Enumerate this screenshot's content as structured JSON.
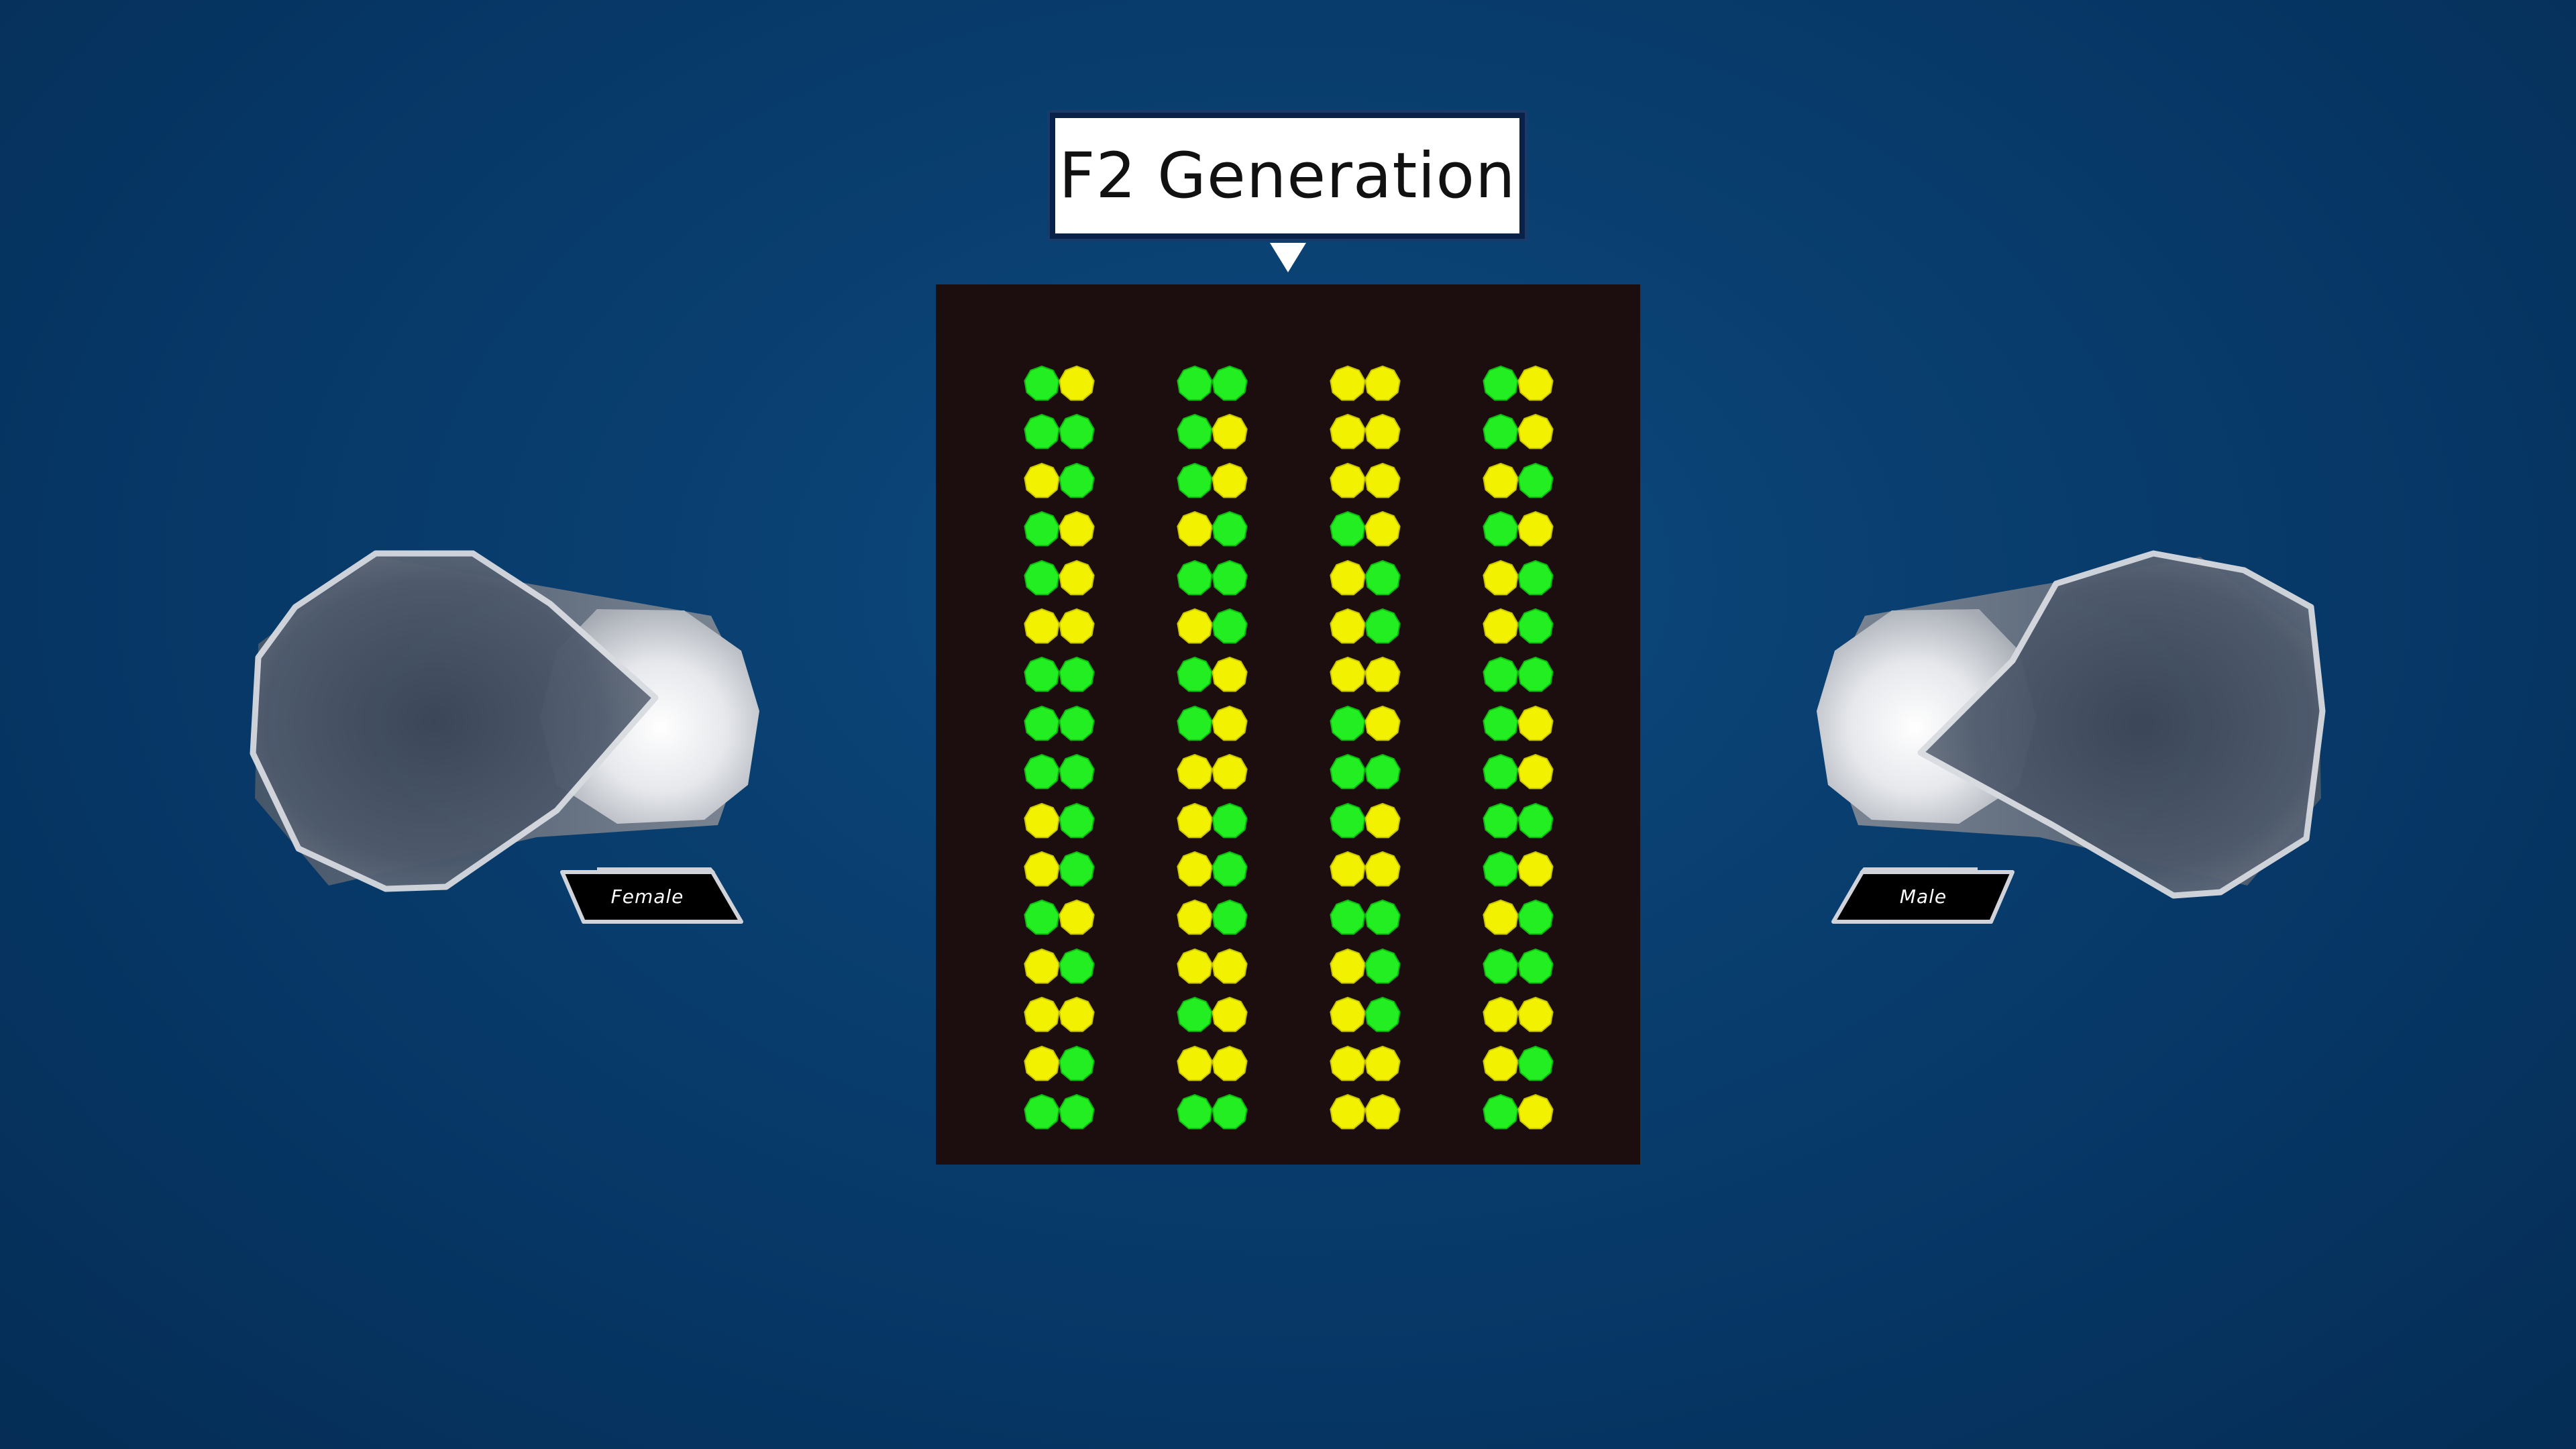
{
  "title": "F2 Generation",
  "colors": {
    "background": "#093f70",
    "board": "#1c0e0e",
    "green": "#22ee22",
    "yellow": "#f2f200",
    "title_border": "#0a2148"
  },
  "containers": {
    "female_label": "Female",
    "male_label": "Male"
  },
  "offspring": {
    "columns": [
      [
        [
          "G",
          "Y"
        ],
        [
          "G",
          "G"
        ],
        [
          "Y",
          "G"
        ],
        [
          "G",
          "Y"
        ],
        [
          "G",
          "Y"
        ],
        [
          "Y",
          "Y"
        ],
        [
          "G",
          "G"
        ],
        [
          "G",
          "G"
        ],
        [
          "G",
          "G"
        ],
        [
          "Y",
          "G"
        ],
        [
          "Y",
          "G"
        ],
        [
          "G",
          "Y"
        ],
        [
          "Y",
          "G"
        ],
        [
          "Y",
          "Y"
        ],
        [
          "Y",
          "G"
        ],
        [
          "G",
          "G"
        ]
      ],
      [
        [
          "G",
          "G"
        ],
        [
          "G",
          "Y"
        ],
        [
          "G",
          "Y"
        ],
        [
          "Y",
          "G"
        ],
        [
          "G",
          "G"
        ],
        [
          "Y",
          "G"
        ],
        [
          "G",
          "Y"
        ],
        [
          "G",
          "Y"
        ],
        [
          "Y",
          "Y"
        ],
        [
          "Y",
          "G"
        ],
        [
          "Y",
          "G"
        ],
        [
          "Y",
          "G"
        ],
        [
          "Y",
          "Y"
        ],
        [
          "G",
          "Y"
        ],
        [
          "Y",
          "Y"
        ],
        [
          "G",
          "G"
        ]
      ],
      [
        [
          "Y",
          "Y"
        ],
        [
          "Y",
          "Y"
        ],
        [
          "Y",
          "Y"
        ],
        [
          "G",
          "Y"
        ],
        [
          "Y",
          "G"
        ],
        [
          "Y",
          "G"
        ],
        [
          "Y",
          "Y"
        ],
        [
          "G",
          "Y"
        ],
        [
          "G",
          "G"
        ],
        [
          "G",
          "Y"
        ],
        [
          "Y",
          "Y"
        ],
        [
          "G",
          "G"
        ],
        [
          "Y",
          "G"
        ],
        [
          "Y",
          "G"
        ],
        [
          "Y",
          "Y"
        ],
        [
          "Y",
          "Y"
        ]
      ],
      [
        [
          "G",
          "Y"
        ],
        [
          "G",
          "Y"
        ],
        [
          "Y",
          "G"
        ],
        [
          "G",
          "Y"
        ],
        [
          "Y",
          "G"
        ],
        [
          "Y",
          "G"
        ],
        [
          "G",
          "G"
        ],
        [
          "G",
          "Y"
        ],
        [
          "G",
          "Y"
        ],
        [
          "G",
          "G"
        ],
        [
          "G",
          "Y"
        ],
        [
          "Y",
          "G"
        ],
        [
          "G",
          "G"
        ],
        [
          "Y",
          "Y"
        ],
        [
          "Y",
          "G"
        ],
        [
          "G",
          "Y"
        ]
      ]
    ]
  }
}
